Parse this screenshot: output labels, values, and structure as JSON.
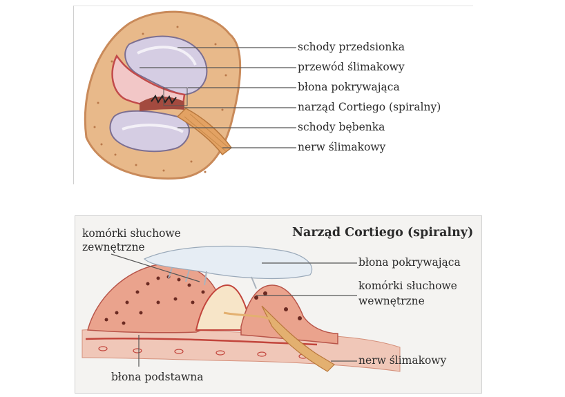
{
  "top_diagram": {
    "labels": [
      "schody przedsionka",
      "przewód ślimakowy",
      "błona pokrywająca",
      "narząd Cortiego (spiralny)",
      "schody bębenka",
      "nerw ślimakowy"
    ]
  },
  "bottom_diagram": {
    "title": "Narząd Cortiego (spiralny)",
    "label_outer_cells_line1": "komórki słuchowe",
    "label_outer_cells_line2": "zewnętrzne",
    "label_tectorial": "błona pokrywająca",
    "label_inner_cells_line1": "komórki słuchowe",
    "label_inner_cells_line2": "wewnętrzne",
    "label_nerve": "nerw ślimakowy",
    "label_basilar": "błona podstawna"
  },
  "colors": {
    "bone": "#e8b98a",
    "bone_edge": "#c98a5a",
    "duct_pink": "#f2c7c7",
    "scala_lilac": "#cfc6de",
    "nerve": "#e3a263",
    "tissue": "#e9a98f",
    "leader_line": "#555555"
  }
}
